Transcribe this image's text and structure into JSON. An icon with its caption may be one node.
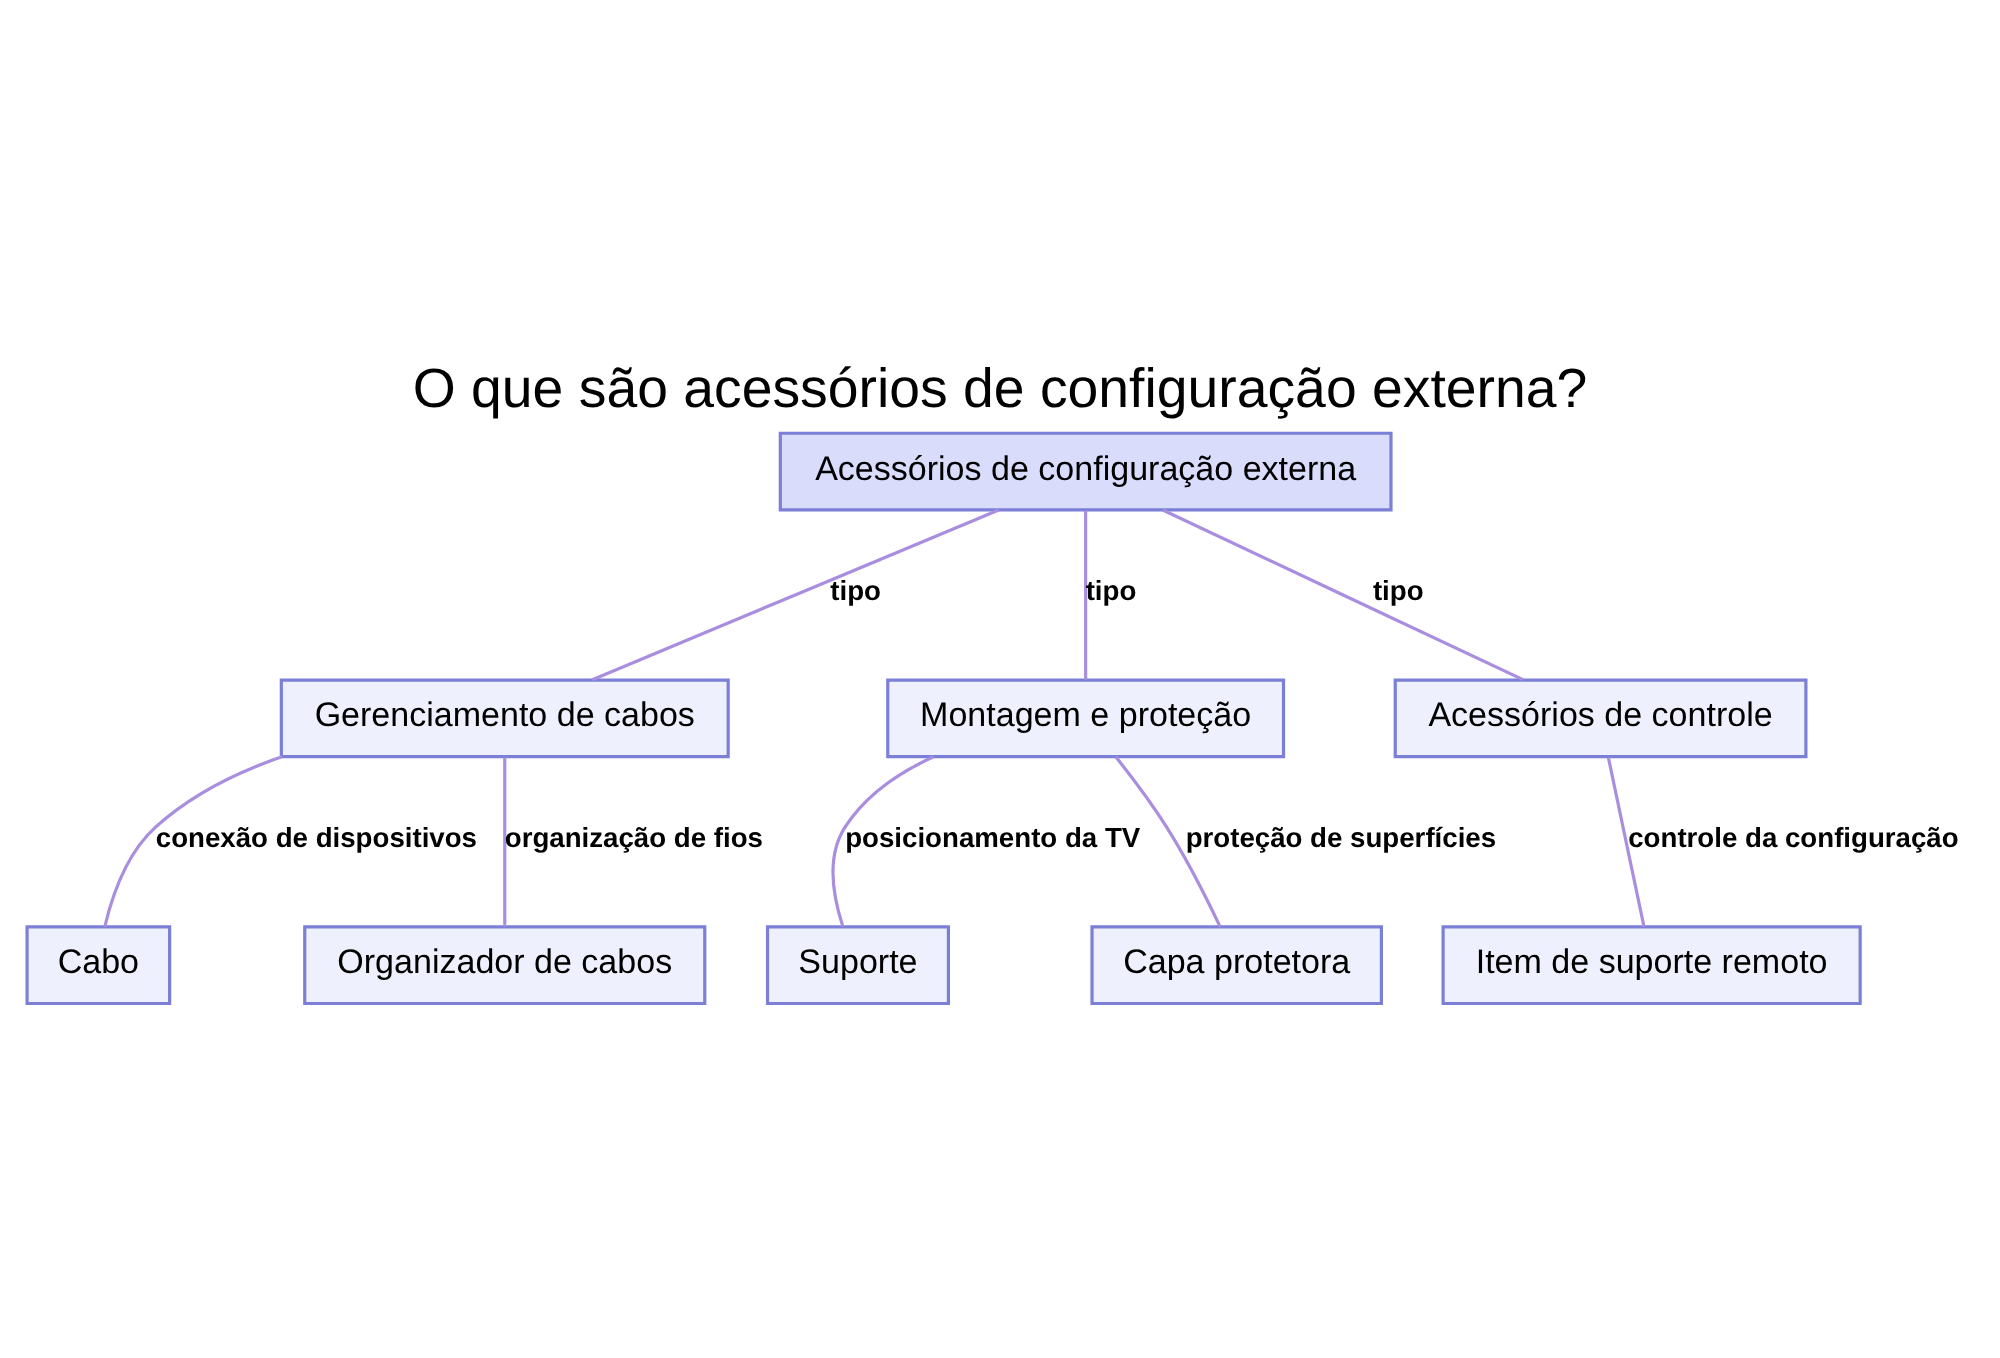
{
  "diagram": {
    "title": "O que são acessórios de configuração externa?",
    "nodes": [
      {
        "text": [
          "Acessórios de configuração externa"
        ]
      },
      {
        "text": [
          "Gerenciamento de cabos"
        ]
      },
      {
        "text": [
          "Montagem e proteção"
        ]
      },
      {
        "text": [
          "Acessórios de controle"
        ]
      },
      {
        "text": [
          "Cabo"
        ]
      },
      {
        "text": [
          "Organizador de cabos"
        ]
      },
      {
        "text": [
          "Suporte"
        ]
      },
      {
        "text": [
          "Capa protetora"
        ]
      },
      {
        "text": [
          "Item de suporte remoto"
        ]
      }
    ],
    "edges": [
      {
        "from": 0,
        "to": 1,
        "arrow": "none",
        "label": "tipo"
      },
      {
        "from": 0,
        "to": 2,
        "arrow": "none",
        "label": "tipo"
      },
      {
        "from": 0,
        "to": 3,
        "arrow": "none",
        "label": "tipo"
      },
      {
        "from": 1,
        "to": 4,
        "arrow": "none",
        "label": "conexão de dispositivos"
      },
      {
        "from": 1,
        "to": 5,
        "arrow": "none",
        "label": "organização de fios"
      },
      {
        "from": 2,
        "to": 6,
        "arrow": "none",
        "label": "posicionamento da TV"
      },
      {
        "from": 2,
        "to": 7,
        "arrow": "none",
        "label": "proteção de superfícies"
      },
      {
        "from": 3,
        "to": 8,
        "arrow": "none",
        "label": "controle da configuração"
      }
    ]
  }
}
